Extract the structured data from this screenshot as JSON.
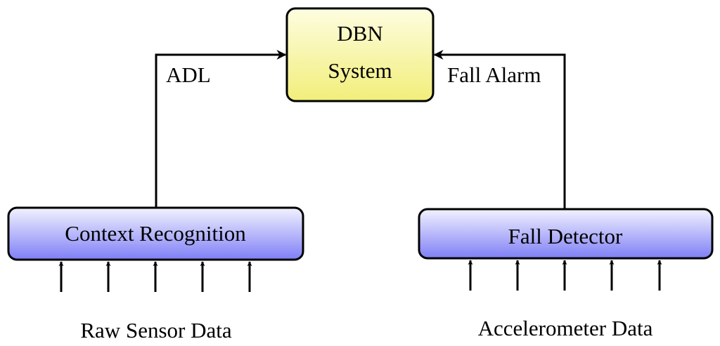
{
  "nodes": {
    "dbn_line1": "DBN",
    "dbn_line2": "System",
    "context_recognition": "Context Recognition",
    "fall_detector": "Fall Detector"
  },
  "edges": {
    "adl": "ADL",
    "fall_alarm": "Fall Alarm"
  },
  "inputs": {
    "raw_sensor_data": "Raw Sensor Data",
    "accelerometer_data": "Accelerometer Data"
  },
  "colors": {
    "dbn_fill_top": "#fdfde0",
    "dbn_fill_bottom": "#f2ee7a",
    "detector_fill_top": "#f2f2ff",
    "detector_fill_bottom": "#7f7ff6",
    "stroke": "#000000"
  }
}
